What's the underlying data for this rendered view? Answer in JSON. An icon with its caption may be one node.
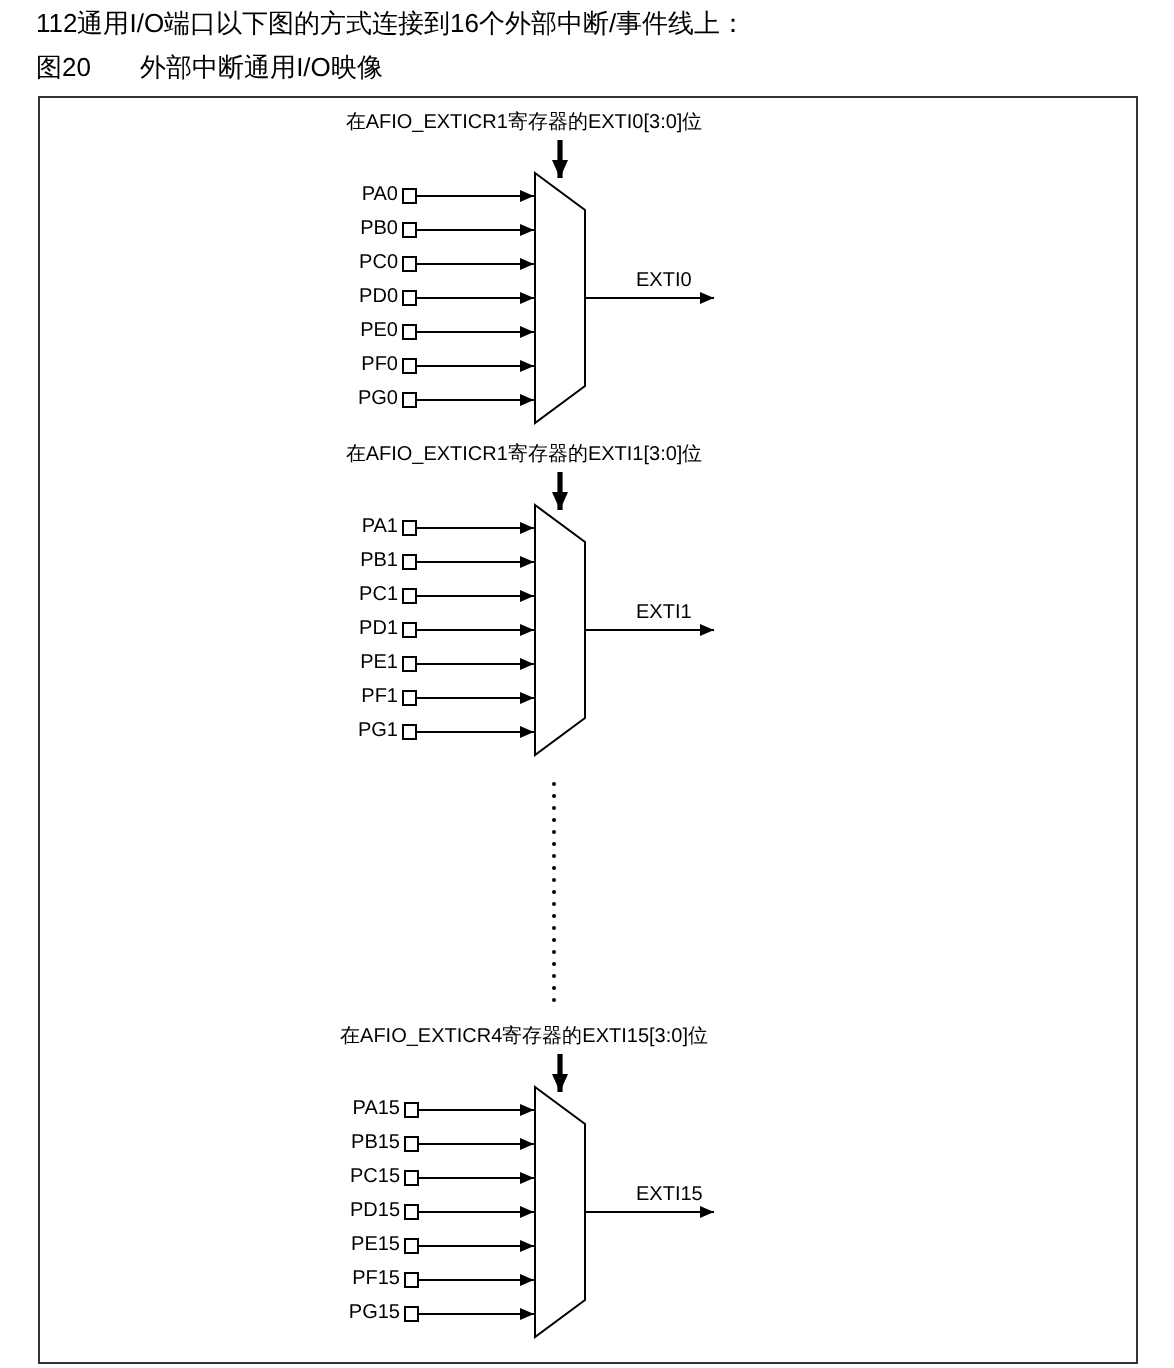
{
  "diagram": {
    "title": "图20 外部中断通用I/O映像",
    "nodes": [
      {
        "text": [
          "在AFIO_EXTICR1寄存器的EXTI0[3:0]位"
        ]
      },
      {
        "text": [
          "PA0"
        ]
      },
      {
        "text": [
          "PB0"
        ]
      },
      {
        "text": [
          "PC0"
        ]
      },
      {
        "text": [
          "PD0"
        ]
      },
      {
        "text": [
          "PE0"
        ]
      },
      {
        "text": [
          "PF0"
        ]
      },
      {
        "text": [
          "PG0"
        ]
      },
      {
        "text": [],
        "shape": "trapezoid"
      },
      {
        "text": [
          "在AFIO_EXTICR1寄存器的EXTI1[3:0]位"
        ]
      },
      {
        "text": [
          "PA1"
        ]
      },
      {
        "text": [
          "PB1"
        ]
      },
      {
        "text": [
          "PC1"
        ]
      },
      {
        "text": [
          "PD1"
        ]
      },
      {
        "text": [
          "PE1"
        ]
      },
      {
        "text": [
          "PF1"
        ]
      },
      {
        "text": [
          "PG1"
        ]
      },
      {
        "text": [],
        "shape": "trapezoid"
      },
      {
        "text": [
          "在AFIO_EXTICR4寄存器的EXTI15[3:0]位"
        ]
      },
      {
        "text": [
          "PA15"
        ]
      },
      {
        "text": [
          "PB15"
        ]
      },
      {
        "text": [
          "PC15"
        ]
      },
      {
        "text": [
          "PD15"
        ]
      },
      {
        "text": [
          "PE15"
        ]
      },
      {
        "text": [
          "PF15"
        ]
      },
      {
        "text": [
          "PG15"
        ]
      },
      {
        "text": [],
        "shape": "trapezoid"
      }
    ],
    "edges": [
      {
        "from": 0,
        "to": 8,
        "arrow": "to",
        "style": "thick"
      },
      {
        "from": 1,
        "to": 8,
        "arrow": "to"
      },
      {
        "from": 2,
        "to": 8,
        "arrow": "to"
      },
      {
        "from": 3,
        "to": 8,
        "arrow": "to"
      },
      {
        "from": 4,
        "to": 8,
        "arrow": "to"
      },
      {
        "from": 5,
        "to": 8,
        "arrow": "to"
      },
      {
        "from": 6,
        "to": 8,
        "arrow": "to"
      },
      {
        "from": 7,
        "to": 8,
        "arrow": "to"
      },
      {
        "from": 8,
        "to": null,
        "arrow": "to",
        "label": "EXTI0"
      },
      {
        "from": 9,
        "to": 17,
        "arrow": "to",
        "style": "thick"
      },
      {
        "from": 10,
        "to": 17,
        "arrow": "to"
      },
      {
        "from": 11,
        "to": 17,
        "arrow": "to"
      },
      {
        "from": 12,
        "to": 17,
        "arrow": "to"
      },
      {
        "from": 13,
        "to": 17,
        "arrow": "to"
      },
      {
        "from": 14,
        "to": 17,
        "arrow": "to"
      },
      {
        "from": 15,
        "to": 17,
        "arrow": "to"
      },
      {
        "from": 16,
        "to": 17,
        "arrow": "to"
      },
      {
        "from": 17,
        "to": null,
        "arrow": "to",
        "label": "EXTI1"
      },
      {
        "from": 18,
        "to": 26,
        "arrow": "to",
        "style": "thick"
      },
      {
        "from": 19,
        "to": 26,
        "arrow": "to"
      },
      {
        "from": 20,
        "to": 26,
        "arrow": "to"
      },
      {
        "from": 21,
        "to": 26,
        "arrow": "to"
      },
      {
        "from": 22,
        "to": 26,
        "arrow": "to"
      },
      {
        "from": 23,
        "to": 26,
        "arrow": "to"
      },
      {
        "from": 24,
        "to": 26,
        "arrow": "to"
      },
      {
        "from": 25,
        "to": 26,
        "arrow": "to"
      },
      {
        "from": 26,
        "to": null,
        "arrow": "to",
        "label": "EXTI15"
      }
    ],
    "labels": [
      "112通用I/O端口以下图的方式连接到16个外部中断/事件线上："
    ]
  }
}
